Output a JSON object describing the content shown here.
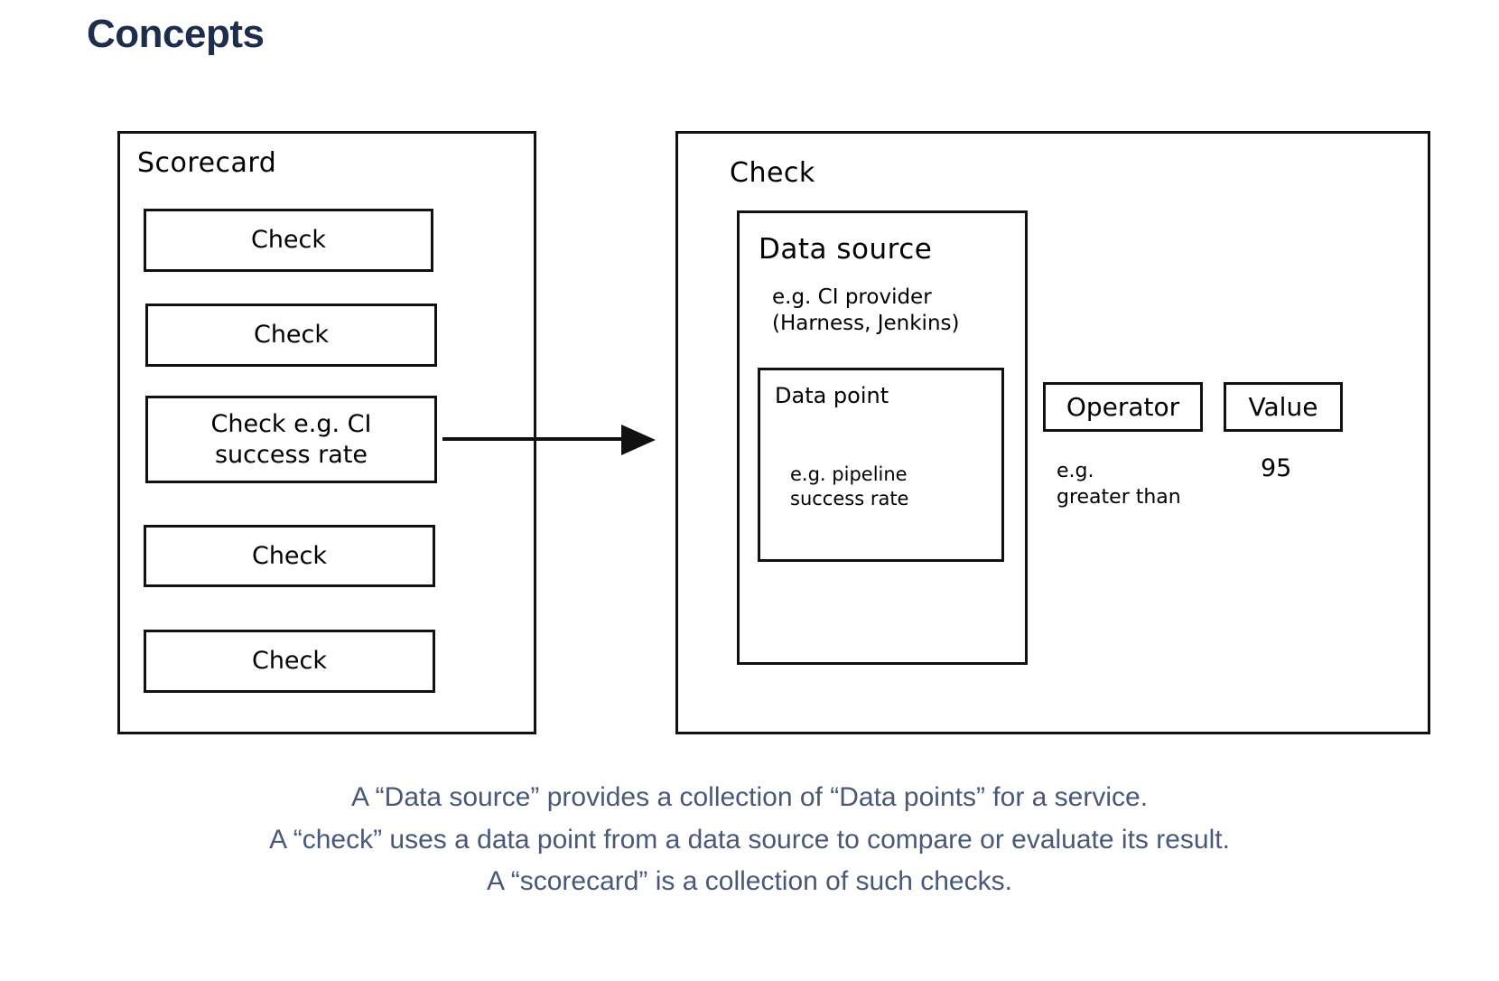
{
  "page": {
    "title": "Concepts",
    "title_color": "#1f2d4d",
    "background": "#ffffff",
    "stroke_color": "#111111",
    "caption_color": "#49587a"
  },
  "scorecard": {
    "label": "Scorecard",
    "checks": [
      {
        "label": "Check"
      },
      {
        "label": "Check"
      },
      {
        "label": "Check e.g. CI\nsuccess rate"
      },
      {
        "label": "Check"
      },
      {
        "label": "Check"
      }
    ]
  },
  "arrow": {
    "name": "scorecard-to-check-arrow",
    "direction": "right"
  },
  "check": {
    "label": "Check",
    "data_source": {
      "title": "Data source",
      "example": "e.g. CI provider\n(Harness, Jenkins)",
      "data_point": {
        "title": "Data point",
        "example": "e.g. pipeline\nsuccess rate"
      }
    },
    "operator": {
      "label": "Operator",
      "example": "e.g.\ngreater than"
    },
    "value": {
      "label": "Value",
      "number": "95"
    }
  },
  "caption": {
    "lines": [
      "A “Data source” provides a collection of “Data points” for a service.",
      "A “check” uses a data point from a data source to compare or evaluate its result.",
      "A “scorecard” is a collection of such checks."
    ]
  }
}
